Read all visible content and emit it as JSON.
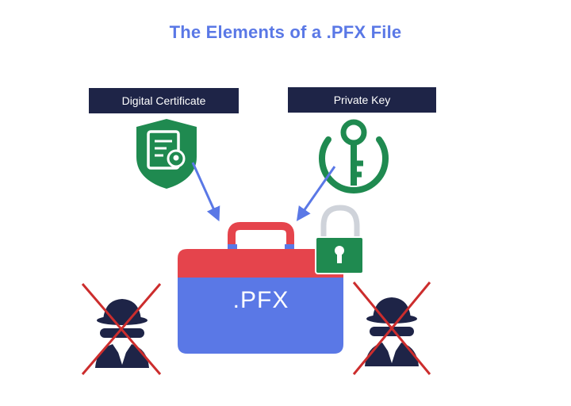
{
  "title": "The Elements of a .PFX File",
  "labels": {
    "certificate": "Digital Certificate",
    "private_key": "Private Key"
  },
  "file_label": ".PFX",
  "icons": {
    "certificate": "certificate-shield-icon",
    "key": "key-circle-icon",
    "padlock": "padlock-icon",
    "file": "briefcase-icon",
    "intruder_left": "blocked-hacker-icon",
    "intruder_right": "blocked-hacker-icon"
  },
  "colors": {
    "title": "#5a78e6",
    "label_bg": "#1e2447",
    "shield_green": "#1f8a50",
    "key_green": "#1f8a50",
    "arrow": "#5a78e6",
    "case_top": "#e5444c",
    "case_bottom": "#5a78e6",
    "handle": "#e5444c",
    "lock_body": "#1f8a50",
    "hacker": "#1e2447",
    "cross": "#cc2d2d"
  }
}
